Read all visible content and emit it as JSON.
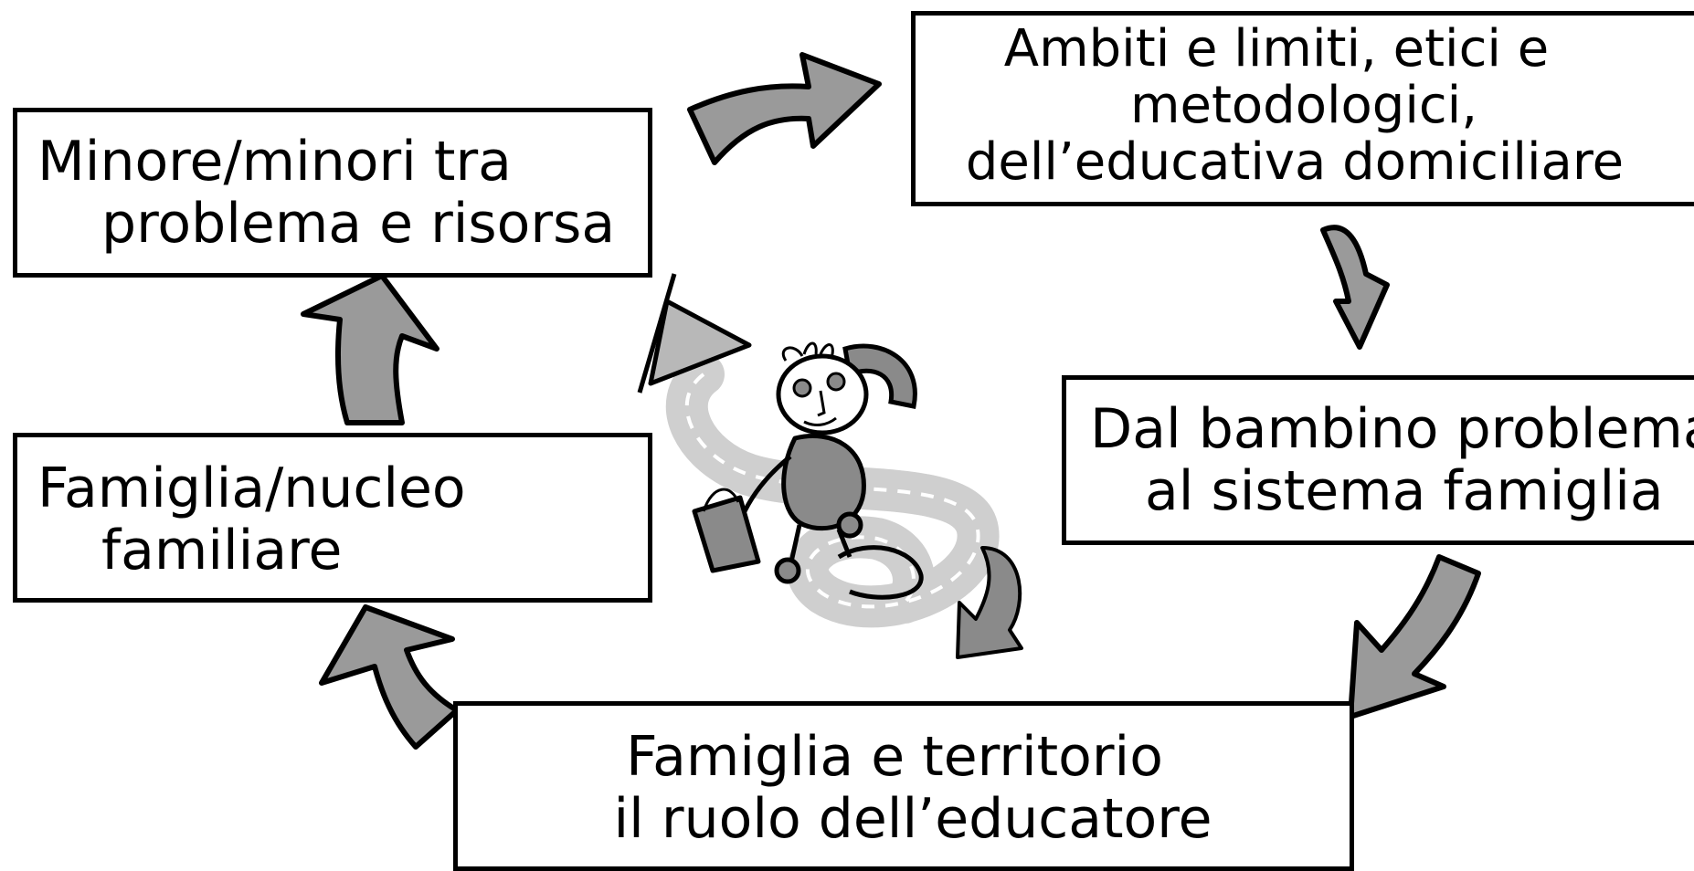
{
  "boxes": {
    "minore": {
      "line1": "Minore/minori tra",
      "line2": "problema e risorsa"
    },
    "ambiti": {
      "line1": "Ambiti e limiti, etici e",
      "line2": "metodologici,",
      "line3": "dell’educativa domiciliare"
    },
    "dal_bambino": {
      "line1": "Dal bambino problema",
      "line2": "al sistema famiglia"
    },
    "famiglia_territorio": {
      "line1": "Famiglia e territorio",
      "line2": "il ruolo dell’educatore"
    },
    "famiglia_nucleo": {
      "line1": "Famiglia/nucleo",
      "line2": "familiare"
    }
  },
  "colors": {
    "arrow_fill": "#9a9a9a",
    "outline": "#000000",
    "light_gray": "#cfcfcf",
    "mid_gray": "#8a8a8a"
  },
  "illustration": "cartoon child walking on a winding road, holding a bag, with a triangle flag"
}
